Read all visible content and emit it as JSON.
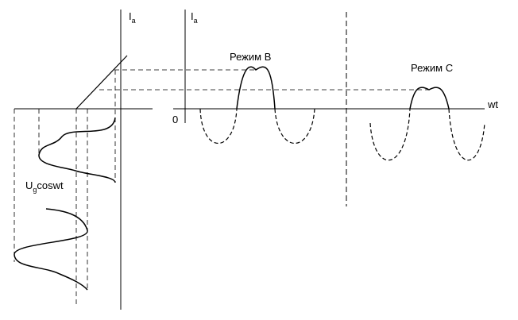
{
  "labels": {
    "ia_left_main": "I",
    "ia_left_sub": "a",
    "ia_right_main": "I",
    "ia_right_sub": "a",
    "mode_b": "Режим B",
    "mode_c": "Режим C",
    "wt": "wt",
    "zero": "0",
    "ug_main": "U",
    "ug_sub": "g",
    "ug_rest": "coswt"
  }
}
